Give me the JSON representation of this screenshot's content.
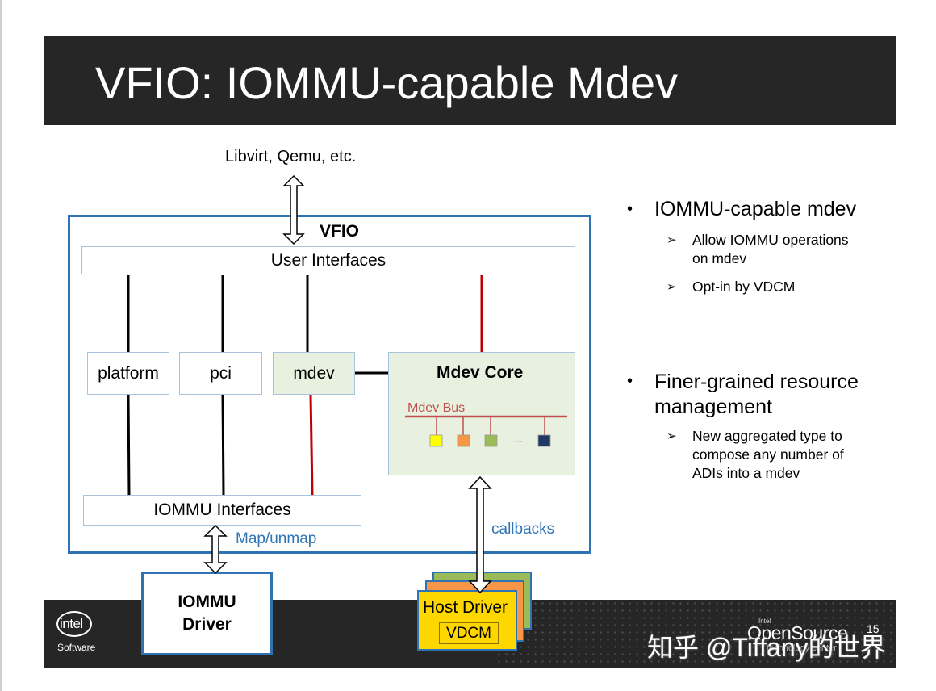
{
  "title": "VFIO: IOMMU-capable Mdev",
  "diagram": {
    "client_label": "Libvirt, Qemu, etc.",
    "vfio_label": "VFIO",
    "user_interfaces": "User Interfaces",
    "platform": "platform",
    "pci": "pci",
    "mdev": "mdev",
    "mdev_core": "Mdev Core",
    "mdev_bus": "Mdev Bus",
    "bus_ellipsis": "...",
    "iommu_interfaces": "IOMMU Interfaces",
    "map_unmap": "Map/unmap",
    "callbacks": "callbacks",
    "iommu_driver_line1": "IOMMU",
    "iommu_driver_line2": "Driver",
    "host_driver": "Host Driver",
    "vdcm": "VDCM",
    "device_colors": [
      "#ffff00",
      "#f79646",
      "#9bbb59",
      "#1f3864"
    ],
    "line_color_black": "#000000",
    "line_color_red": "#c00000",
    "frame_color": "#2e74b5"
  },
  "bullets": [
    {
      "text": "IOMMU-capable mdev",
      "subs": [
        {
          "lines": [
            "Allow IOMMU operations",
            "on mdev"
          ]
        },
        {
          "lines": [
            "Opt-in by VDCM"
          ]
        }
      ]
    },
    {
      "lines": [
        "Finer-grained resource",
        "management"
      ],
      "subs": [
        {
          "lines": [
            "New aggregated type to",
            "compose any number of",
            "ADIs into a mdev"
          ]
        }
      ]
    }
  ],
  "footer": {
    "intel": "intel",
    "software": "Software",
    "os_intel": "Intel",
    "open_source": "OpenSource",
    "os_sub": "technology center",
    "page_number": "15"
  },
  "watermark": "知乎 @Tiffany的世界"
}
